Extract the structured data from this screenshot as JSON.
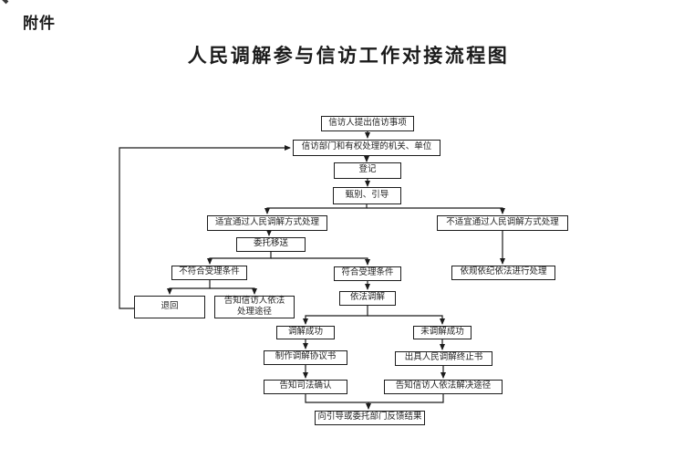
{
  "page": {
    "attachment_label": "附件",
    "title": "人民调解参与信访工作对接流程图"
  },
  "diagram": {
    "type": "flowchart",
    "nodes": [
      {
        "id": "petition-submitted",
        "label": "信访人提出信访事项"
      },
      {
        "id": "petition-departments",
        "label": "信访部门和有权处理的机关、单位"
      },
      {
        "id": "register",
        "label": "登记"
      },
      {
        "id": "screen-guide",
        "label": "甄别、引导"
      },
      {
        "id": "suitable-mediation",
        "label": "适宜通过人民调解方式处理"
      },
      {
        "id": "unsuitable-mediation",
        "label": "不适宜通过人民调解方式处理"
      },
      {
        "id": "entrust-transfer",
        "label": "委托移送"
      },
      {
        "id": "not-meet-conditions",
        "label": "不符合受理条件"
      },
      {
        "id": "meet-conditions",
        "label": "符合受理条件"
      },
      {
        "id": "handle-by-rules",
        "label": "依规依纪依法进行处理"
      },
      {
        "id": "return-back",
        "label": "退回"
      },
      {
        "id": "inform-legal-channels",
        "label": "告知信访人依法\n处理途径"
      },
      {
        "id": "mediate-by-law",
        "label": "依法调解"
      },
      {
        "id": "mediation-success",
        "label": "调解成功"
      },
      {
        "id": "mediation-failure",
        "label": "未调解成功"
      },
      {
        "id": "make-agreement",
        "label": "制作调解协议书"
      },
      {
        "id": "issue-termination",
        "label": "出具人民调解终止书"
      },
      {
        "id": "inform-judicial-confirmation",
        "label": "告知司法确认"
      },
      {
        "id": "inform-resolution-channels",
        "label": "告知信访人依法解决途径"
      },
      {
        "id": "feedback-results",
        "label": "向引导或委托部门反馈结果"
      }
    ],
    "edges": [
      "petition-submitted → petition-departments",
      "petition-departments → register",
      "register → screen-guide",
      "screen-guide → suitable-mediation",
      "screen-guide → unsuitable-mediation",
      "suitable-mediation → entrust-transfer",
      "entrust-transfer → not-meet-conditions",
      "entrust-transfer → meet-conditions",
      "not-meet-conditions → return-back",
      "not-meet-conditions → inform-legal-channels",
      "return-back → petition-departments",
      "meet-conditions → mediate-by-law",
      "mediate-by-law → mediation-success",
      "mediate-by-law → mediation-failure",
      "mediation-success → make-agreement",
      "mediation-failure → issue-termination",
      "make-agreement → inform-judicial-confirmation",
      "issue-termination → inform-resolution-channels",
      "inform-judicial-confirmation → feedback-results",
      "inform-resolution-channels → feedback-results",
      "unsuitable-mediation → handle-by-rules"
    ]
  },
  "colors": {
    "background": "#ffffff",
    "ink": "#1b1b1b",
    "box_border": "#1c1c1c"
  }
}
